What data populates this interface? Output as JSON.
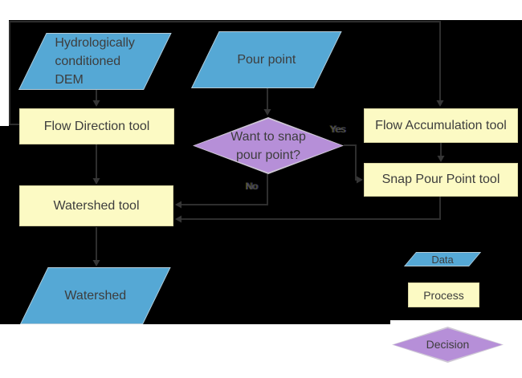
{
  "nodes": {
    "dem": {
      "line1": "Hydrologically",
      "line2": "conditioned",
      "line3": "DEM"
    },
    "flow_direction": {
      "label": "Flow Direction tool"
    },
    "pour_point": {
      "label": "Pour point"
    },
    "decision": {
      "line1": "Want to snap",
      "line2": "pour point?"
    },
    "flow_accumulation": {
      "label": "Flow Accumulation tool"
    },
    "snap_pour_point": {
      "label": "Snap Pour Point tool"
    },
    "watershed_tool": {
      "label": "Watershed tool"
    },
    "watershed": {
      "label": "Watershed"
    }
  },
  "edges": {
    "yes_label": "Yes",
    "no_label": "No"
  },
  "legend": {
    "data_label": "Data",
    "process_label": "Process",
    "decision_label": "Decision"
  },
  "colors": {
    "background": "#000000",
    "page": "#ffffff",
    "data_fill": "#55a8d5",
    "process_fill": "#fcfac4",
    "decision_fill": "#b68fd8",
    "connector": "#2e2e2e",
    "label_text": "#3d3d3d"
  }
}
